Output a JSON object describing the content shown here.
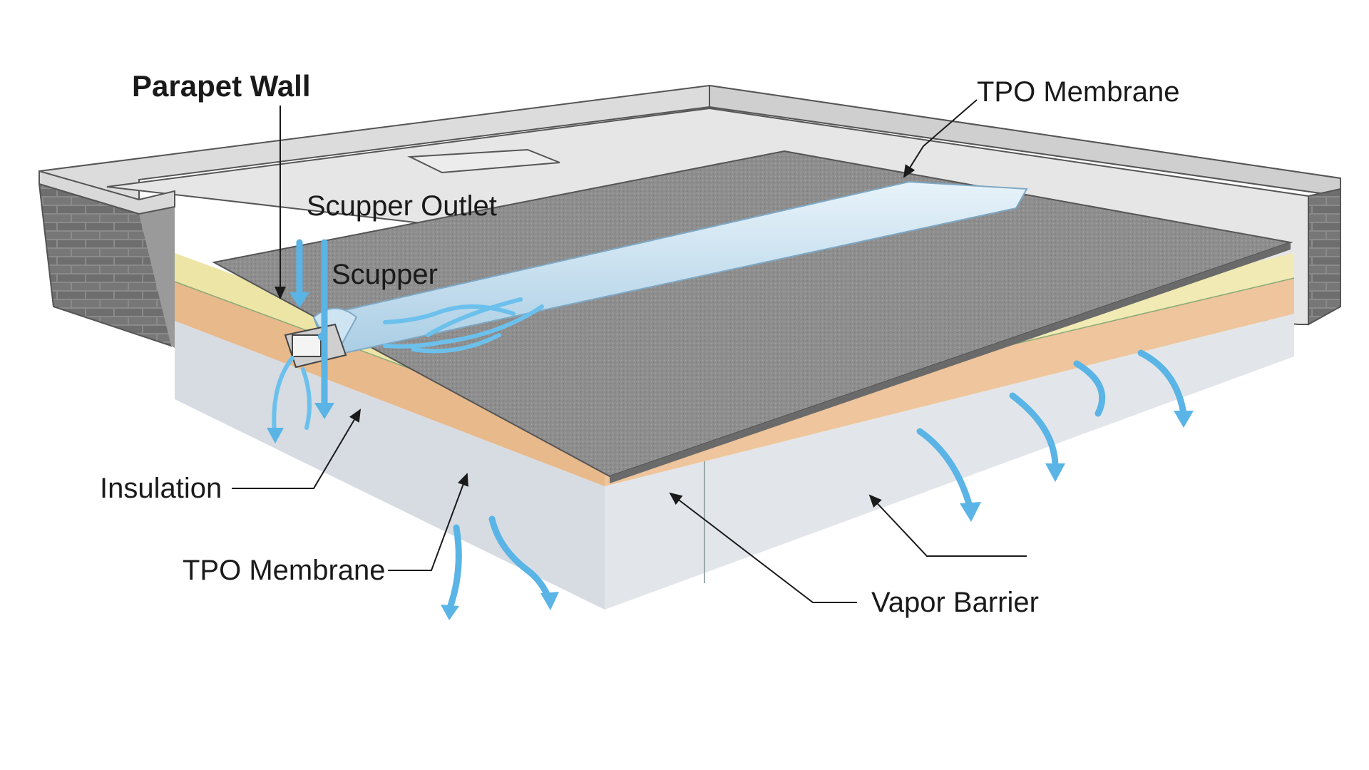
{
  "labels": {
    "parapet_wall": "Parapet Wall",
    "tpo_membrane_top": "TPO Membrane",
    "scupper_outlet": "Scupper Outlet",
    "scupper": "Scupper",
    "insulation": "Insulation",
    "tpo_membrane_bottom": "TPO Membrane",
    "vapor_barrier": "Vapor Barrier"
  },
  "colors": {
    "membrane": "#8c8c8c",
    "insulation_yellow": "#efe6a8",
    "vapor_orange": "#e9b98a",
    "deck": "#d9dee4",
    "water_flow": "#5ab4e6",
    "parapet": "#d6d6d6",
    "brick": "#7a7a7a"
  }
}
